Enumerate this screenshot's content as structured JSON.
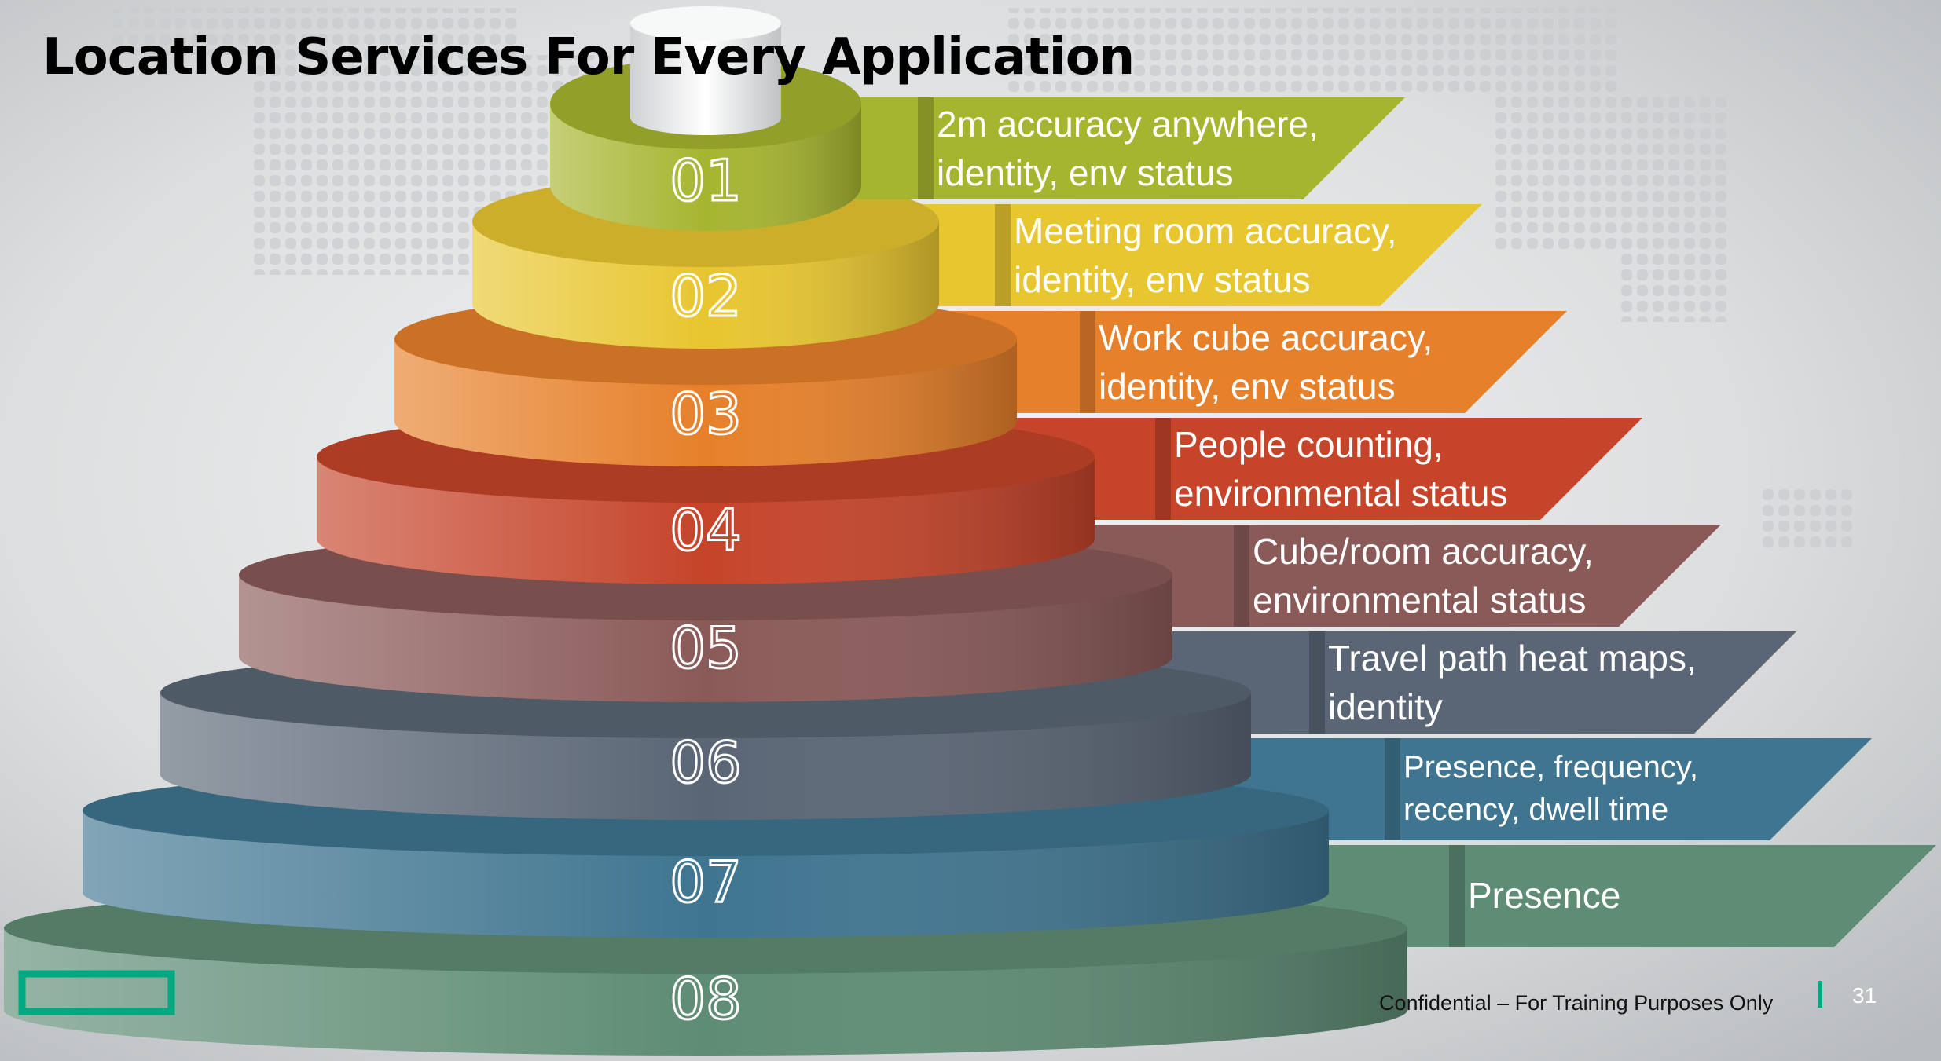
{
  "title": "Location Services For Every Application",
  "tiers": [
    {
      "number": "01",
      "line1": "2m accuracy anywhere,",
      "line2": "identity, env status",
      "color": "#a6b52f"
    },
    {
      "number": "02",
      "line1": "Meeting room accuracy,",
      "line2": "identity, env status",
      "color": "#e8c630"
    },
    {
      "number": "03",
      "line1": "Work cube accuracy,",
      "line2": "identity, env status",
      "color": "#e6802a"
    },
    {
      "number": "04",
      "line1": "People counting,",
      "line2": "environmental status",
      "color": "#c5442a"
    },
    {
      "number": "05",
      "line1": "Cube/room accuracy,",
      "line2": "environmental status",
      "color": "#8a5a58"
    },
    {
      "number": "06",
      "line1": "Travel path heat maps,",
      "line2": "identity",
      "color": "#5a6675"
    },
    {
      "number": "07",
      "line1": "Presence, frequency,",
      "line2": "recency, dwell time",
      "color": "#3f7590"
    },
    {
      "number": "08",
      "line1": "Presence",
      "line2": "",
      "color": "#5e8c74"
    }
  ],
  "footer": {
    "confidential": "Confidential – For Training Purposes Only",
    "page_number": "31"
  },
  "logo": "hpe-logo-rectangle",
  "colors": {
    "accent": "#01a982",
    "background": "#d6d8da"
  }
}
